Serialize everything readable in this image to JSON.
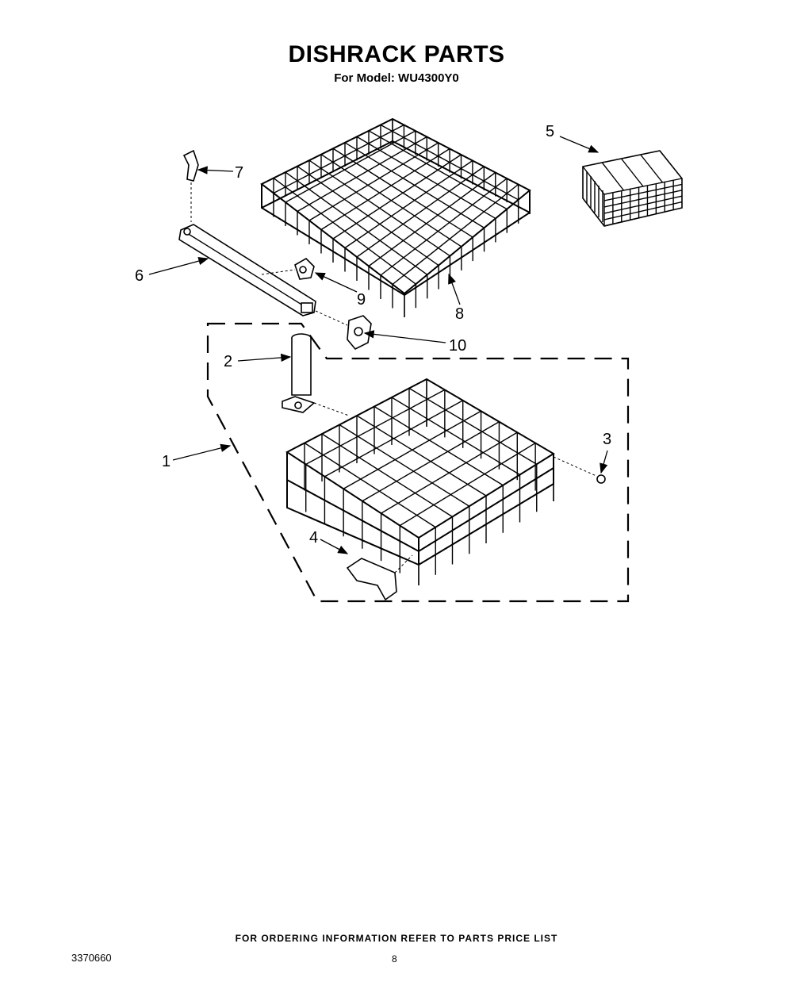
{
  "header": {
    "title": "DISHRACK PARTS",
    "subtitle": "For Model: WU4300Y0"
  },
  "callouts": [
    {
      "id": "1",
      "label": "1"
    },
    {
      "id": "2",
      "label": "2"
    },
    {
      "id": "3",
      "label": "3"
    },
    {
      "id": "4",
      "label": "4"
    },
    {
      "id": "5",
      "label": "5"
    },
    {
      "id": "6",
      "label": "6"
    },
    {
      "id": "7",
      "label": "7"
    },
    {
      "id": "8",
      "label": "8"
    },
    {
      "id": "9",
      "label": "9"
    },
    {
      "id": "10",
      "label": "10"
    }
  ],
  "footer": {
    "note": "FOR ORDERING INFORMATION REFER TO PARTS PRICE LIST",
    "doc_number": "3370660",
    "page": "8"
  }
}
